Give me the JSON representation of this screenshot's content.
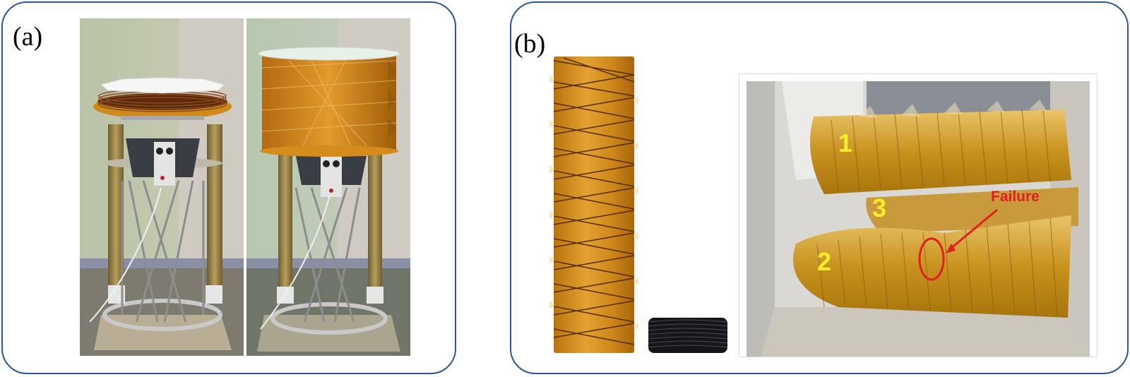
{
  "figure": {
    "panels": [
      {
        "id": "a",
        "label": "(a)",
        "description": "Deployable origami boom test apparatus shown folded (left) and deployed (right)",
        "images": [
          {
            "name": "folded-state-photo",
            "state": "folded"
          },
          {
            "name": "deployed-state-photo",
            "state": "deployed"
          }
        ]
      },
      {
        "id": "b",
        "label": "(b)",
        "description": "Origami tube extended vs. compressed stack, and bending test showing failure",
        "images": [
          {
            "name": "extended-tube-photo"
          },
          {
            "name": "compressed-stack-photo"
          },
          {
            "name": "bending-test-photo",
            "annotations": {
              "tube_labels": [
                "1",
                "2",
                "3"
              ],
              "failure_label": "Failure"
            }
          }
        ]
      }
    ],
    "colors": {
      "panel_border": "#2f5597",
      "kapton": "#c8860f",
      "annotation_number": "#f5ec2a",
      "annotation_failure": "#e02020"
    }
  }
}
